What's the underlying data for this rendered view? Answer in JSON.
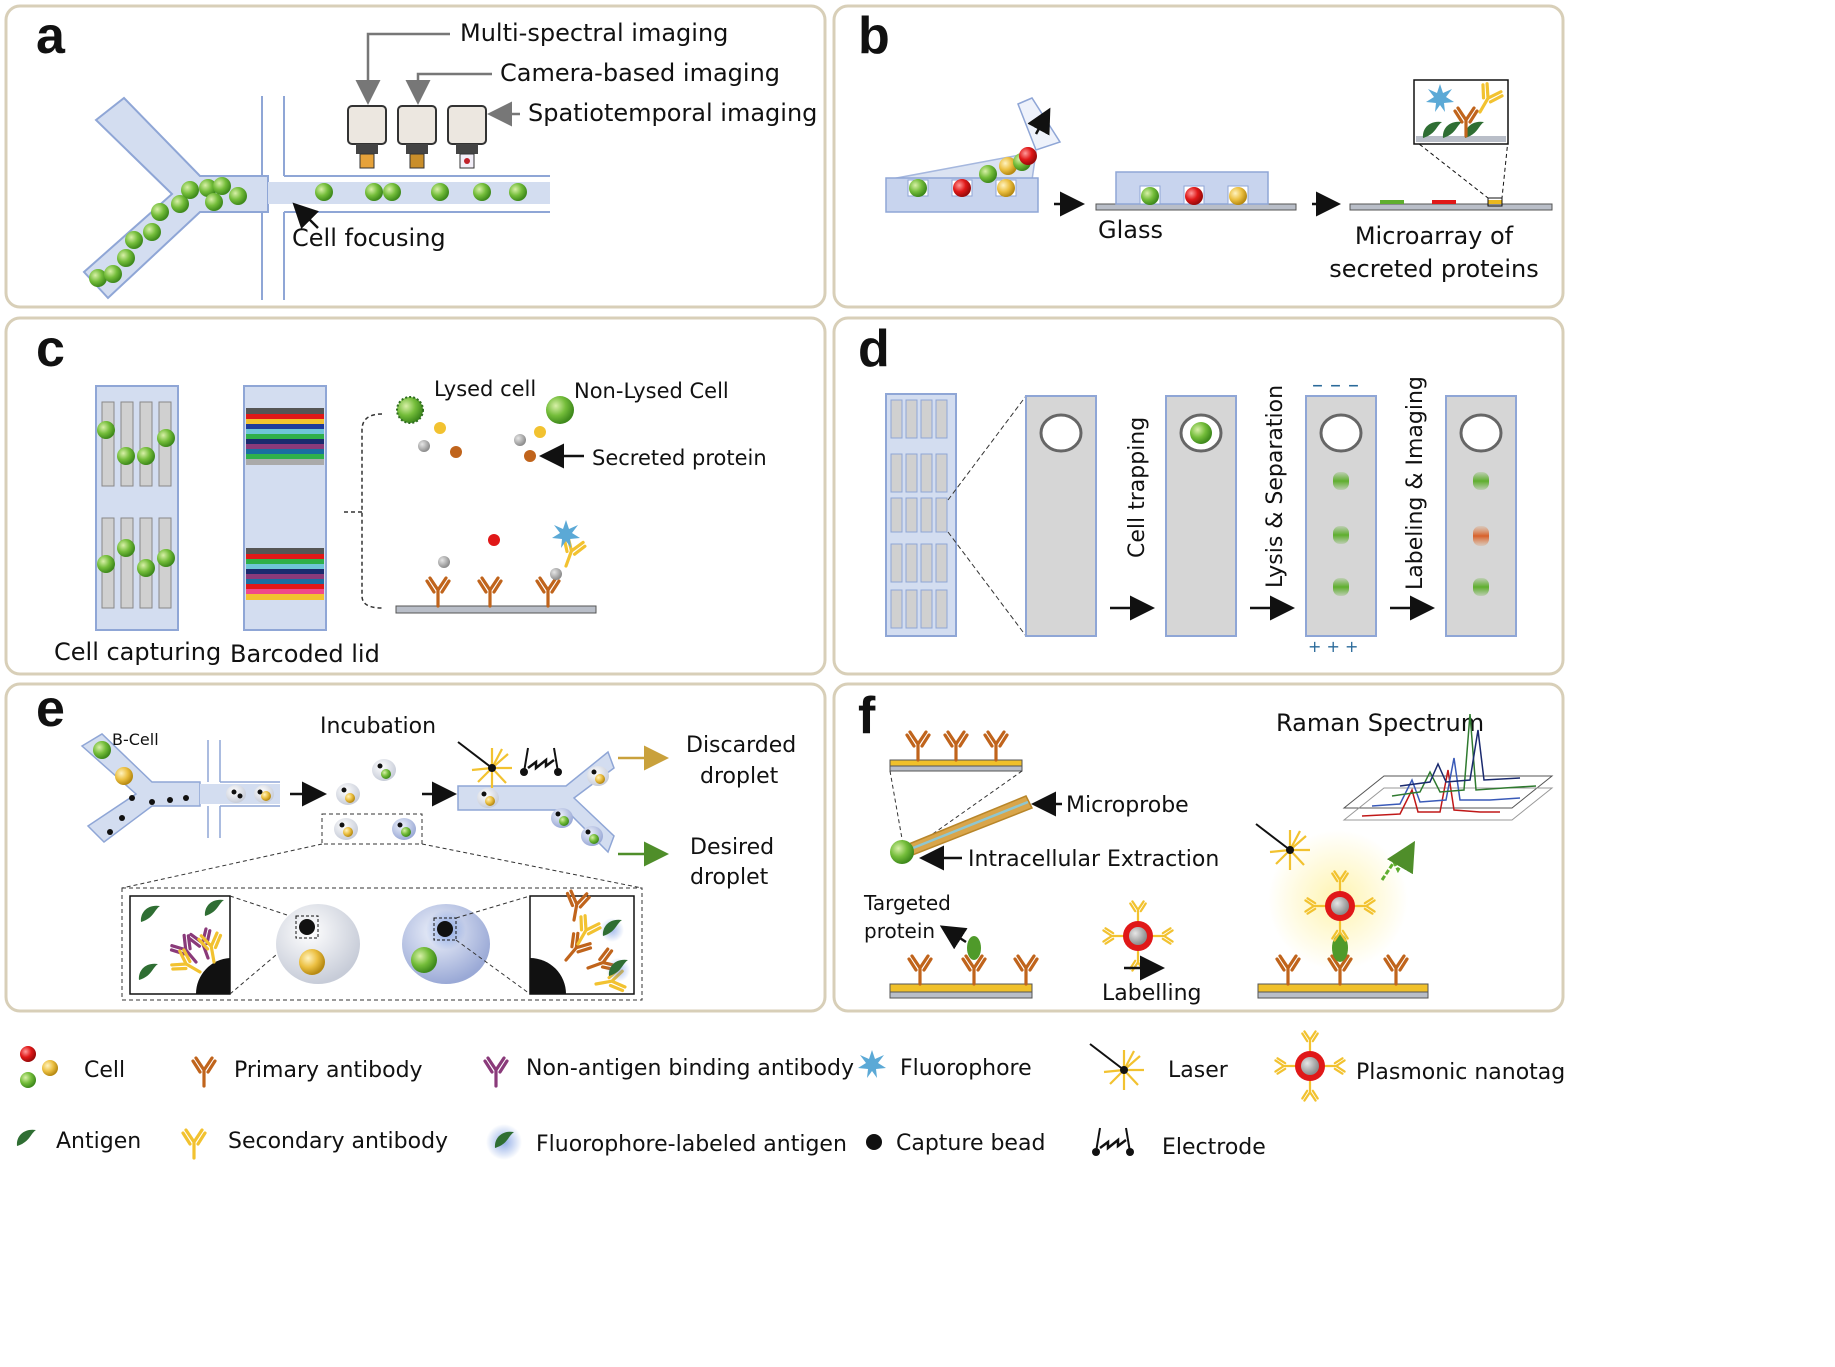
{
  "panels": {
    "a": {
      "letter": "a",
      "multispectral": "Multi-spectral imaging",
      "camera": "Camera-based imaging",
      "spatiotemporal": "Spatiotemporal imaging",
      "focusing": "Cell focusing"
    },
    "b": {
      "letter": "b",
      "glass": "Glass",
      "microarray_1": "Microarray of",
      "microarray_2": "secreted proteins"
    },
    "c": {
      "letter": "c",
      "lysed": "Lysed cell",
      "nonlysed": "Non-Lysed Cell",
      "secreted": "Secreted protein",
      "capturing": "Cell capturing",
      "barcoded": "Barcoded lid"
    },
    "d": {
      "letter": "d",
      "trapping": "Cell trapping",
      "lysis": "Lysis & Separation",
      "labeling": "Labeling & Imaging",
      "minus": "–  –  –",
      "plus": "+   +   +"
    },
    "e": {
      "letter": "e",
      "bcell": "B-Cell",
      "incubation": "Incubation",
      "discarded_1": "Discarded",
      "discarded_2": "droplet",
      "desired_1": "Desired",
      "desired_2": "droplet"
    },
    "f": {
      "letter": "f",
      "raman": "Raman Spectrum",
      "microprobe": "Microprobe",
      "extraction": "Intracellular Extraction",
      "targeted_1": "Targeted",
      "targeted_2": "protein",
      "labelling": "Labelling"
    }
  },
  "legend": {
    "cell": "Cell",
    "primary": "Primary antibody",
    "nonantigen": "Non-antigen binding antibody",
    "fluorophore": "Fluorophore",
    "laser": "Laser",
    "nanotag": "Plasmonic nanotag",
    "antigen": "Antigen",
    "secondary": "Secondary antibody",
    "fl_antigen": "Fluorophore-labeled antigen",
    "bead": "Capture bead",
    "electrode": "Electrode"
  },
  "colors": {
    "panel_border": "#d8cfb8",
    "channel": "#d3ddf0",
    "channel_edge": "#8fa6d6",
    "green_cell": "#5fae2e",
    "red_cell": "#e0161e",
    "yellow_cell": "#e9b820",
    "primary_antibody": "#c0641c",
    "secondary_antibody": "#f2c230",
    "nonantigen_antibody": "#8a3a7a",
    "fluorophore": "#5ba9d6",
    "substrate_gold": "#f0c02a",
    "substrate_grey": "#b9bec8"
  }
}
